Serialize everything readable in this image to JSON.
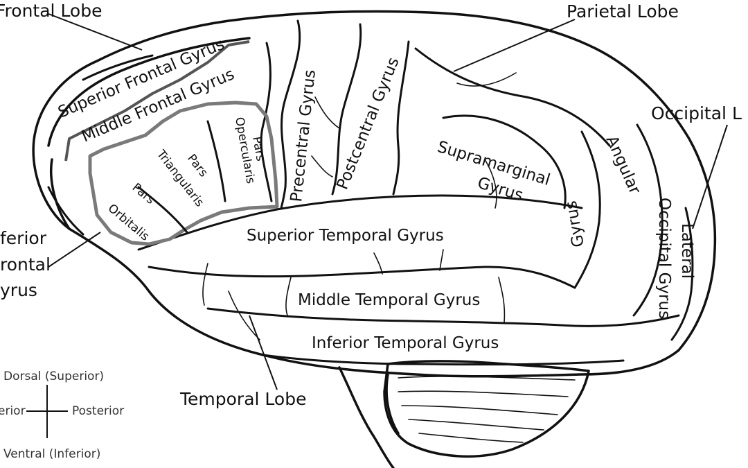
{
  "labels": {
    "frontal_lobe": "Frontal Lobe",
    "parietal_lobe": "Parietal Lobe",
    "occipital_lobe": "Occipital L",
    "superior_frontal_gyrus": "Superior Frontal Gyrus",
    "middle_frontal_gyrus": "Middle Frontal Gyrus",
    "pars_opercularis_1": "Pars",
    "pars_opercularis_2": "Opercularis",
    "pars_triangularis_1": "Pars",
    "pars_triangularis_2": "Triangularis",
    "pars_orbitalis_1": "Pars",
    "pars_orbitalis_2": "Orbitalis",
    "precentral_gyrus": "Precentral Gyrus",
    "postcentral_gyrus": "Postcentral Gyrus",
    "supramarginal_gyrus_1": "Supramarginal",
    "supramarginal_gyrus_2": "Gyrus",
    "angular_gyrus_1": "Angular",
    "angular_gyrus_2": "Gyrus",
    "lateral_occipital_gyrus_1": "Lateral",
    "lateral_occipital_gyrus_2": "Occipital Gyrus",
    "inferior_frontal_gyrus_1": "ferior",
    "inferior_frontal_gyrus_2": "rontal",
    "inferior_frontal_gyrus_3": "yrus",
    "superior_temporal_gyrus": "Superior Temporal Gyrus",
    "middle_temporal_gyrus": "Middle Temporal Gyrus",
    "inferior_temporal_gyrus": "Inferior Temporal Gyrus",
    "temporal_lobe": "Temporal Lobe"
  },
  "compass": {
    "dorsal": "Dorsal (Superior)",
    "ventral": "Ventral (Inferior)",
    "anterior": "erior",
    "posterior": "Posterior"
  },
  "colors": {
    "ink": "#111111",
    "region_outline": "#7a7a7a",
    "background": "#ffffff"
  }
}
